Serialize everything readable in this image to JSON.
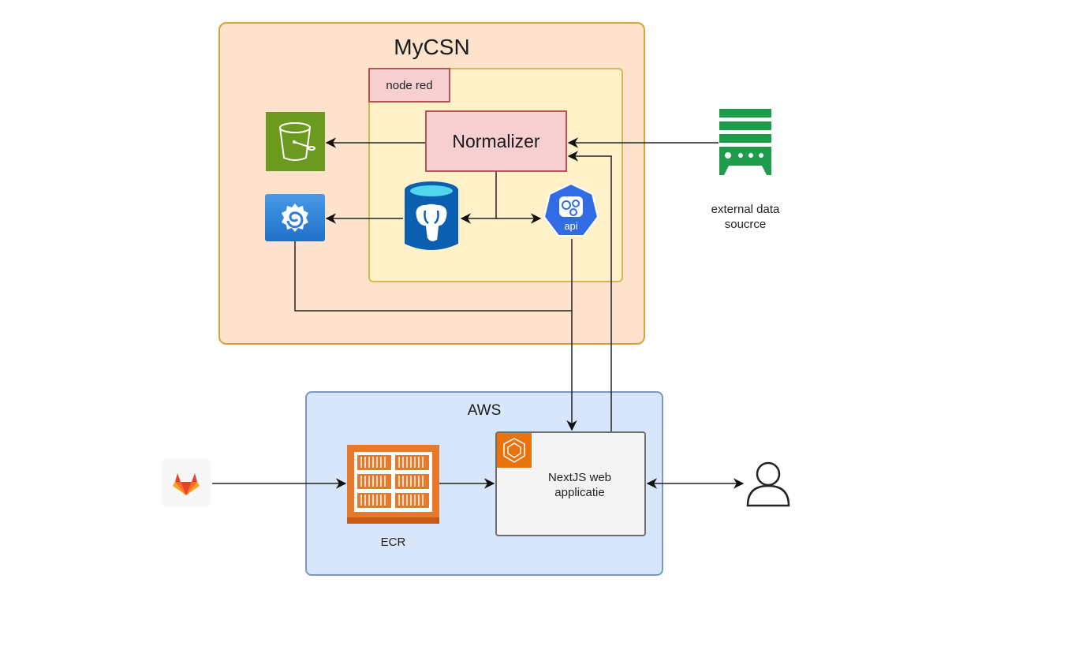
{
  "diagram": {
    "groups": {
      "mycsn": {
        "title": "MyCSN",
        "fill": "#fde3cc",
        "stroke": "#d6a23a"
      },
      "node_red": {
        "label": "node red",
        "fill": "#fff1c8",
        "stroke": "#d8b751"
      },
      "aws": {
        "title": "AWS",
        "fill": "#d7e6fa",
        "stroke": "#7a98c0"
      }
    },
    "nodes": {
      "normalizer": {
        "label": "Normalizer",
        "fill": "#f8cfd1",
        "stroke": "#b85456"
      },
      "s3_bucket": {
        "icon": "s3-bucket-icon",
        "color": "#6b9a1e"
      },
      "grafana": {
        "icon": "grafana-icon",
        "color": "#2f7fd8"
      },
      "postgres": {
        "icon": "postgresql-database-icon",
        "color": "#0b5fb0"
      },
      "api": {
        "icon": "kubernetes-api-icon",
        "label": "api",
        "color": "#326ce5"
      },
      "external_source": {
        "icon": "server-icon",
        "label": "external data soucrce",
        "label_lines": [
          "external data",
          "soucrce"
        ],
        "color": "#1e9b4b"
      },
      "ecr": {
        "icon": "ecr-icon",
        "label": "ECR",
        "color": "#e8782a"
      },
      "nextjs": {
        "icon": "ecs-icon",
        "label": "NextJS web applicatie",
        "label_lines": [
          "NextJS web",
          "applicatie"
        ],
        "color": "#e8720c"
      },
      "gitlab": {
        "icon": "gitlab-icon"
      },
      "user": {
        "icon": "user-icon"
      }
    },
    "edges": [
      {
        "from": "normalizer",
        "to": "s3_bucket",
        "arrow": "end"
      },
      {
        "from": "external_source",
        "to": "normalizer",
        "arrow": "end"
      },
      {
        "from": "nextjs",
        "to": "normalizer",
        "arrow": "end"
      },
      {
        "from": "normalizer",
        "to": "postgres",
        "arrow": "end"
      },
      {
        "from": "normalizer",
        "to": "api",
        "arrow": "end"
      },
      {
        "from": "postgres",
        "to": "grafana",
        "arrow": "end"
      },
      {
        "from": "grafana",
        "to": "nextjs",
        "arrow": "end"
      },
      {
        "from": "api",
        "to": "nextjs",
        "arrow": "end"
      },
      {
        "from": "gitlab",
        "to": "ecr",
        "arrow": "end"
      },
      {
        "from": "ecr",
        "to": "nextjs",
        "arrow": "end"
      },
      {
        "from": "nextjs",
        "to": "user",
        "arrow": "both"
      }
    ]
  }
}
